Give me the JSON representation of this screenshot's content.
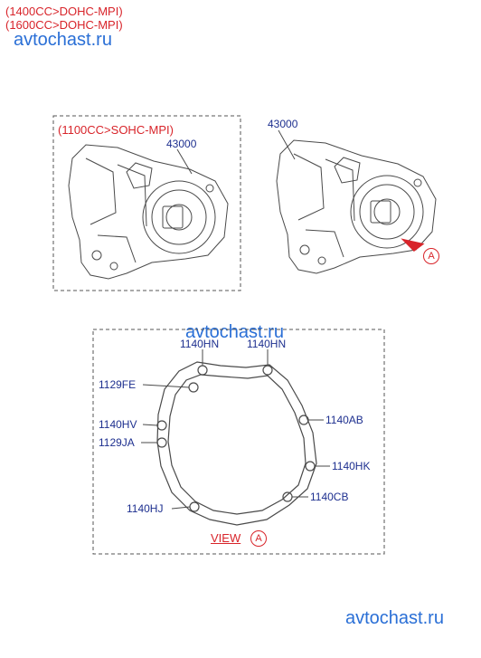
{
  "header": {
    "engine_1": "(1400CC>DOHC-MPI)",
    "engine_2": "(1600CC>DOHC-MPI)"
  },
  "watermark": {
    "top": "avtochast.ru",
    "middle": "avtochast.ru",
    "bottom": "avtochast.ru"
  },
  "left_box": {
    "engine": "(1100CC>SOHC-MPI)",
    "part": "43000"
  },
  "right_assembly": {
    "part": "43000",
    "view_marker": "A"
  },
  "view_panel": {
    "caption": "VIEW",
    "marker": "A",
    "labels": {
      "top_left": "1140HN",
      "top_right": "1140HN",
      "fe": "1129FE",
      "hv": "1140HV",
      "ja": "1129JA",
      "hj": "1140HJ",
      "ab": "1140AB",
      "hk": "1140HK",
      "cb": "1140CB"
    }
  },
  "colors": {
    "label_red": "#d8242a",
    "label_blue": "#1d2f8f",
    "watermark": "#2a6fd6",
    "line": "#4a4a4a"
  }
}
